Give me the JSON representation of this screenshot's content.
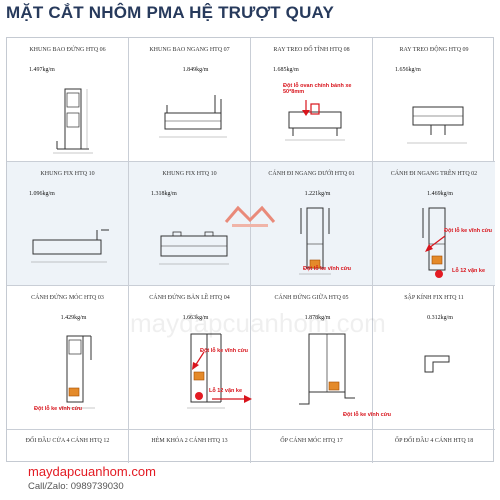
{
  "page": {
    "title": "MẶT CẮT NHÔM PMA HỆ TRƯỢT QUAY"
  },
  "rows": [
    [
      {
        "name": "KHUNG BAO ĐỨNG HTQ 06",
        "weight": "1.497kg/m"
      },
      {
        "name": "KHUNG BAO NGANG HTQ 07",
        "weight": "1.849kg/m"
      },
      {
        "name": "RAY TREO ĐỐ TĨNH HTQ 08",
        "weight": "1.685kg/m"
      },
      {
        "name": "RAY TREO ĐỘNG HTQ 09",
        "weight": "1.656kg/m"
      }
    ],
    [
      {
        "name": "KHUNG FIX HTQ 10",
        "weight": "1.096kg/m"
      },
      {
        "name": "KHUNG FIX HTQ 10",
        "weight": "1.318kg/m"
      },
      {
        "name": "CÁNH ĐI NGANG DƯỚI HTQ 01",
        "weight": "1.221kg/m"
      },
      {
        "name": "CÁNH ĐI NGANG TRÊN HTQ 02",
        "weight": "1.469kg/m"
      }
    ],
    [
      {
        "name": "CÁNH ĐỨNG MÓC HTQ 03",
        "weight": "1.429kg/m"
      },
      {
        "name": "CÁNH ĐỨNG BẢN LỀ HTQ 04",
        "weight": "1.663kg/m"
      },
      {
        "name": "CÁNH ĐỨNG GIỮA HTQ 05",
        "weight": "1.878kg/m"
      },
      {
        "name": "SẬP KÍNH FIX HTQ 11",
        "weight": "0.312kg/m"
      }
    ],
    [
      {
        "name": "ĐỐI ĐẦU CỬA 4 CÁNH HTQ 12"
      },
      {
        "name": "HÈM KHÓA 2 CÁNH HTQ 13"
      },
      {
        "name": "ỐP CÁNH MÓC HTQ 17"
      },
      {
        "name": "ỐP ĐỐI ĐẦU 4 CÁNH HTQ 18"
      }
    ]
  ],
  "notes": {
    "oval": "Đột lỗ ovan chính bánh xe\n50*8mm",
    "screw_hole": "Đột lỗ ke vĩnh cửu",
    "screw_12": "Lỗ 12 vặn ke"
  },
  "watermark": "maydapcuanhom.com",
  "footer": {
    "brand": "maydapcuanhom.com",
    "phone": "Call/Zalo: 0989739030"
  },
  "colors": {
    "title": "#273a5c",
    "note": "#d8141c",
    "brand": "#e31b23",
    "grid": "#c9ced6"
  }
}
